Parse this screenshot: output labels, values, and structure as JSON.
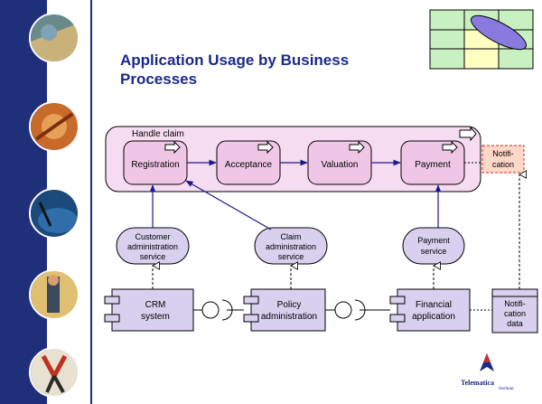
{
  "slide": {
    "title": "Application Usage by Business Processes"
  },
  "process": {
    "label": "Handle claim",
    "steps": [
      "Registration",
      "Acceptance",
      "Valuation",
      "Payment"
    ]
  },
  "notification": {
    "event_lines": [
      "Notifi-",
      "cation"
    ],
    "data_lines": [
      "Notifi-",
      "cation",
      "data"
    ]
  },
  "services": [
    {
      "lines": [
        "Customer",
        "administration",
        "service"
      ]
    },
    {
      "lines": [
        "Claim",
        "administration",
        "service"
      ]
    },
    {
      "lines": [
        "Payment",
        "service"
      ]
    }
  ],
  "components": [
    {
      "lines": [
        "CRM",
        "system"
      ]
    },
    {
      "lines": [
        "Policy",
        "administration"
      ]
    },
    {
      "lines": [
        "Financial",
        "application"
      ]
    }
  ],
  "logo": {
    "name": "Telematica",
    "sub": "Instituut"
  },
  "colors": {
    "process_fill": "#f6dcf0",
    "step_fill": "#f0c6e6",
    "service_fill": "#d8d0ee",
    "component_fill": "#d8d0ee",
    "notification_fill": "#ffd8c8",
    "arrow": "#1a1a8c",
    "title": "#1a2a8c"
  }
}
